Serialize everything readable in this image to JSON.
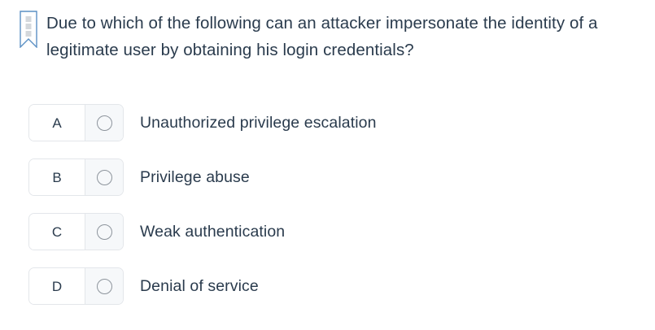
{
  "question": {
    "icon": "bookmark-icon",
    "icon_color": "#5b90c4",
    "icon_dot_color": "#d4d8dc",
    "text": "Due to which of the following can an attacker impersonate the identity of a legitimate user by obtaining his login credentials?"
  },
  "theme": {
    "text_color": "#2a3b4d",
    "box_border_color": "#e3e6ea",
    "radio_cell_background": "#f6f8fa",
    "radio_border_color": "#8d949c",
    "page_background": "#ffffff"
  },
  "options": [
    {
      "letter": "A",
      "label": "Unauthorized privilege escalation",
      "selected": false,
      "radio_icon": "radio-unchecked-icon"
    },
    {
      "letter": "B",
      "label": "Privilege abuse",
      "selected": false,
      "radio_icon": "radio-unchecked-icon"
    },
    {
      "letter": "C",
      "label": "Weak authentication",
      "selected": false,
      "radio_icon": "radio-unchecked-icon"
    },
    {
      "letter": "D",
      "label": "Denial of service",
      "selected": false,
      "radio_icon": "radio-unchecked-icon"
    }
  ]
}
